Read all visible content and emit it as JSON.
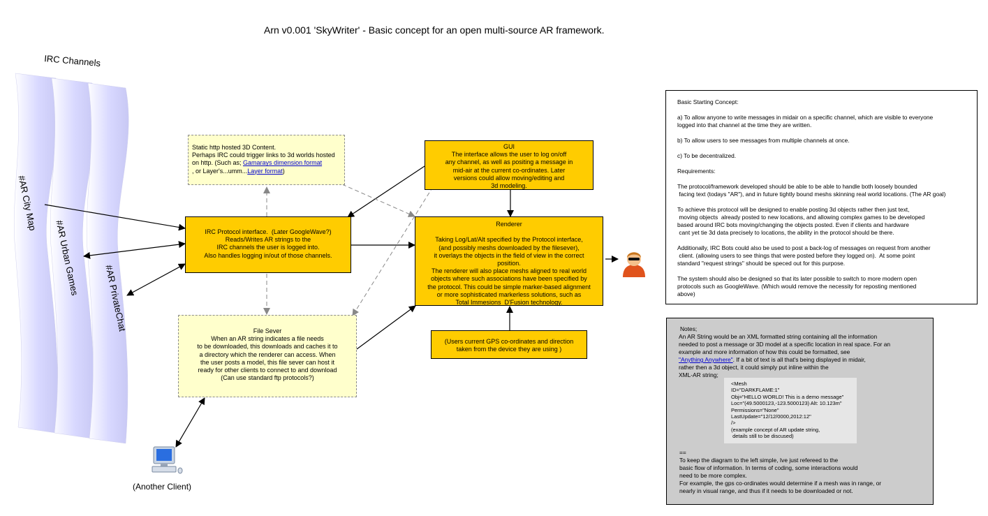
{
  "title": "Arn v0.001 'SkyWriter' - Basic concept for an open multi-source AR framework.",
  "irc": {
    "heading": "IRC Channels",
    "channels": [
      "#AR City Map",
      "#AR Urban Games",
      "#AR PrivateChat"
    ]
  },
  "static_box": {
    "line1": "Static http hosted 3D Content.",
    "line2": "Perhaps IRC could trigger links to 3d worlds hosted",
    "line3_pre": "on http. (Such as; ",
    "line3_link": "Gamarays dimension format",
    "line4_pre": ", or Layer's...umm...",
    "line4_link": "Layer format",
    "line4_post": ")"
  },
  "gui_box": {
    "heading": "GUI",
    "lines": [
      "The interface allows the user to log on/off",
      "any channel, as well as positing a message in",
      "mid-air at the current co-ordinates. Later",
      "versions could allow moving/editing and",
      "3d modeling."
    ]
  },
  "irc_protocol_box": {
    "lines": [
      "IRC Protocol interface.  (Later GoogleWave?)",
      "Reads/Writes AR strings to the",
      "IRC channels the user is logged into.",
      "Also handles logging in/out of those channels."
    ]
  },
  "renderer_box": {
    "heading": "Renderer",
    "lines": [
      "Taking Log/Lat/Alt specified by the Protocol interface,",
      "(and possibly meshs downloaded by the filesever),",
      "it overlays the objects in the field of view in the correct",
      "position.",
      "The renderer will also place meshs aligned to real world",
      "objects where such associations have been specified by",
      "the protocol. This could be simple marker-based alignment",
      "or more sophisticated markerless solutions, such as",
      "Total Immesions  D'Fusion technology."
    ]
  },
  "file_server_box": {
    "heading": "File Sever",
    "lines": [
      "When an AR string indicates a file needs",
      "to be downloaded, this downloads and caches it to",
      "a directory which the renderer can access. When",
      "the user posts a model, this file sever can host it",
      "ready for other clients to connect to and download",
      "(Can use standard ftp protocols?)"
    ]
  },
  "gps_box": {
    "lines": [
      "(Users current GPS co-ordinates and direction",
      "taken from the device they are using )"
    ]
  },
  "client_label": "(Another Client)",
  "concept_box": {
    "lines": [
      "Basic Starting Concept:",
      "",
      "a) To allow anyone to write messages in midair on a specific channel, which are visible to everyone",
      "logged into that channel at the time they are written.",
      "",
      "b) To allow users to see messages from multiple channels at once.",
      "",
      "c) To be decentralized.",
      "",
      "Requirements:",
      "",
      "The protocol/framework developed should be able to be able to handle both loosely bounded",
      " facing text (todays \"AR\"), and in future tightly bound meshs skinning real world locations. (The AR goal)",
      "",
      "To achieve this protocol will be designed to enable posting 3d objects rather then just text,",
      " moving objects  already posted to new locations, and allowing complex games to be developed",
      "based around IRC bots moving/changing the objects posted. Even if clients and hardware",
      " cant yet tie 3d data precisely to locations, the ability in the protocol should be there.",
      "",
      "Additionally, IRC Bots could also be used to post a back-log of messages on request from another",
      " client. (allowing users to see things that were posted before they logged on).  At some point",
      "standard \"request strings\" should be speced out for this purpose.",
      "",
      "The system should also be designed so that its later possible to switch to more modern open",
      "protocols such as GoogleWave. (Which would remove the necessity for reposting mentioned",
      "above)"
    ]
  },
  "notes_box": {
    "line1": "Notes;",
    "line2": "An AR String would be an XML formatted string containing all the information",
    "line3": "needed to post a message or 3D model at a specific location in real space. For an",
    "line4": "example and more information of how this could be formatted, see",
    "link": "\"Anything Anywhere\"",
    "line5_post": ". If a bit of text is all that's being displayed in midair,",
    "line6": "rather then a 3d object, it could simply put inline within the",
    "line7": "XML-AR string;",
    "mesh_lines": [
      "<Mesh",
      "ID=\"DARKFLAME:1\"",
      "Obj=\"HELLO WORLD! This is a demo message\"",
      "Loc=\"(49.5000123,-123.5000123) Alt: 10.123m\"",
      "Permissions=\"None\"",
      "LastUpdate=\"12/12/0000,2012:12\"",
      "/>",
      "(example concept of AR update string,",
      " details still to be discused)"
    ],
    "bottom_lines": [
      "==",
      "To keep the diagram to the left simple, Ive just refereed to the",
      "basic flow of information. In terms of coding, some interactions would",
      "need to be more complex.",
      "For example, the gps co-ordinates would determine if a mesh was in range, or",
      "nearly in visual range, and thus if it needs to be downloaded or not."
    ]
  },
  "colors": {
    "orange_box": "#ffcc00",
    "yellow_box": "#ffffcc",
    "grey_box": "#cccccc",
    "band": "#dcdcff",
    "link": "#0000cc"
  },
  "icons": [
    "user-avatar-icon",
    "computer-client-icon"
  ]
}
